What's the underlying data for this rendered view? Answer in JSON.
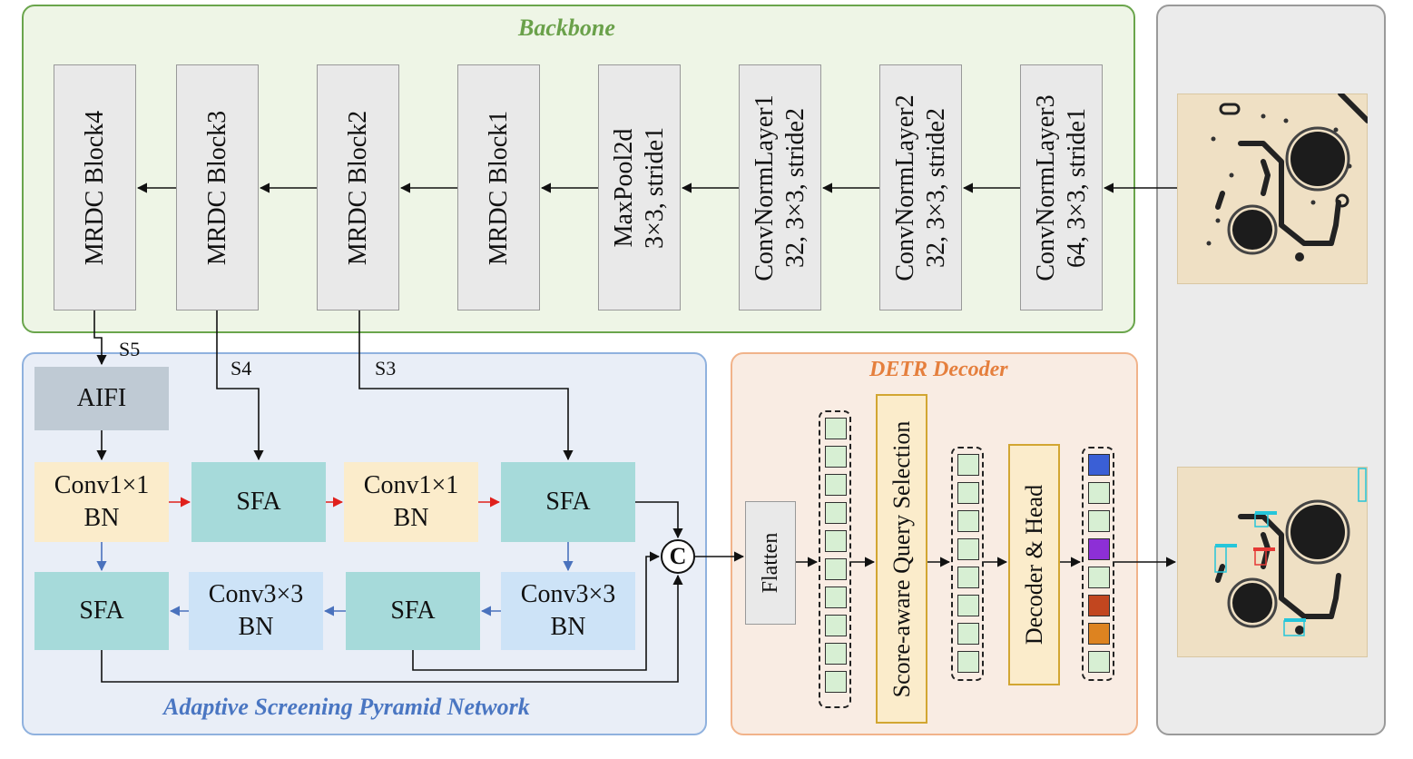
{
  "backbone": {
    "title": "Backbone",
    "blocks": [
      {
        "lines": [
          "MRDC Block4"
        ]
      },
      {
        "lines": [
          "MRDC Block3"
        ]
      },
      {
        "lines": [
          "MRDC Block2"
        ]
      },
      {
        "lines": [
          "MRDC Block1"
        ]
      },
      {
        "lines": [
          "MaxPool2d",
          "3×3, stride1"
        ]
      },
      {
        "lines": [
          "ConvNormLayer1",
          "32, 3×3, stride2"
        ]
      },
      {
        "lines": [
          "ConvNormLayer2",
          "32, 3×3, stride2"
        ]
      },
      {
        "lines": [
          "ConvNormLayer3",
          "64, 3×3, stride1"
        ]
      }
    ],
    "scale_labels": {
      "s5": "S5",
      "s4": "S4",
      "s3": "S3"
    }
  },
  "neck": {
    "title": "Adaptive Screening Pyramid Network",
    "aifi": "AIFI",
    "conv1x1_a": {
      "line1": "Conv1×1",
      "line2": "BN"
    },
    "sfa_a": "SFA",
    "conv1x1_b": {
      "line1": "Conv1×1",
      "line2": "BN"
    },
    "sfa_b": "SFA",
    "sfa_out": "SFA",
    "conv3x3_a": {
      "line1": "Conv3×3",
      "line2": "BN"
    },
    "sfa_mid": "SFA",
    "conv3x3_b": {
      "line1": "Conv3×3",
      "line2": "BN"
    },
    "concat": "C"
  },
  "decoder": {
    "title": "DETR Decoder",
    "flatten": "Flatten",
    "query_selection": "Score-aware Query Selection",
    "decoder_head": "Decoder & Head",
    "output_token_colors": [
      "#3a5fd6",
      "#d7efd3",
      "#d7efd3",
      "#8d2fd6",
      "#d7efd3",
      "#c2461f",
      "#dd8320",
      "#d7efd3"
    ]
  },
  "colors": {
    "backbone_border": "#6aa54c",
    "neck_border": "#8fb1de",
    "decoder_border": "#f1b38a",
    "red_arrow": "#e0201c",
    "blue_arrow": "#4a72bd"
  }
}
